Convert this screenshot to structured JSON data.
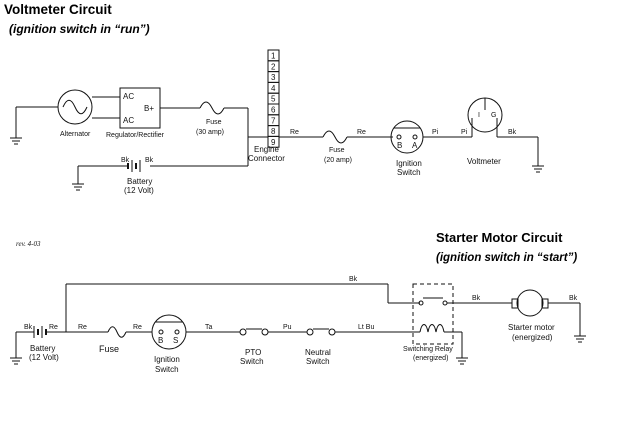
{
  "voltmeter_circuit": {
    "title": "Voltmeter Circuit",
    "subtitle": "(ignition switch in “run”)",
    "alternator": "Alternator",
    "reg_ac_top": "AC",
    "reg_ac_bottom": "AC",
    "reg_bplus": "B+",
    "regulator": "Regulator/Rectifier",
    "fuse30_name": "Fuse",
    "fuse30_rating": "(30 amp)",
    "battery_bk_left": "Bk",
    "battery_bk_right": "Bk",
    "battery_name": "Battery",
    "battery_rating": "(12 Volt)",
    "connector_pins": [
      "1",
      "2",
      "3",
      "4",
      "5",
      "6",
      "7",
      "8",
      "9"
    ],
    "engine_connector_line1": "Engine",
    "engine_connector_line2": "Connector",
    "wire_re_1": "Re",
    "wire_re_2": "Re",
    "fuse20_name": "Fuse",
    "fuse20_rating": "(20 amp)",
    "ign_b": "B",
    "ign_a": "A",
    "ignition_line1": "Ignition",
    "ignition_line2": "Switch",
    "wire_pi_1": "Pi",
    "wire_pi_2": "Pi",
    "vm_i": "I",
    "vm_g": "G",
    "wire_bk": "Bk",
    "voltmeter": "Voltmeter"
  },
  "revision": "rev. 4-03",
  "starter_circuit": {
    "title": "Starter Motor Circuit",
    "subtitle": "(ignition switch in “start”)",
    "wire_bk_top": "Bk",
    "wire_bk_relay": "Bk",
    "wire_bk_motor": "Bk",
    "batt_bk": "Bk",
    "batt_re": "Re",
    "wire_re_after_batt": "Re",
    "wire_re_after_fuse": "Re",
    "battery_name": "Battery",
    "battery_rating": "(12 Volt)",
    "fuse": "Fuse",
    "ign_b": "B",
    "ign_s": "S",
    "ignition_line1": "Ignition",
    "ignition_line2": "Switch",
    "wire_ta": "Ta",
    "wire_pu": "Pu",
    "wire_ltbu": "Lt Bu",
    "pto_line1": "PTO",
    "pto_line2": "Switch",
    "neutral_line1": "Neutral",
    "neutral_line2": "Switch",
    "relay_line1": "Switching Relay",
    "relay_line2": "(energized)",
    "motor_line1": "Starter motor",
    "motor_line2": "(energized)"
  }
}
